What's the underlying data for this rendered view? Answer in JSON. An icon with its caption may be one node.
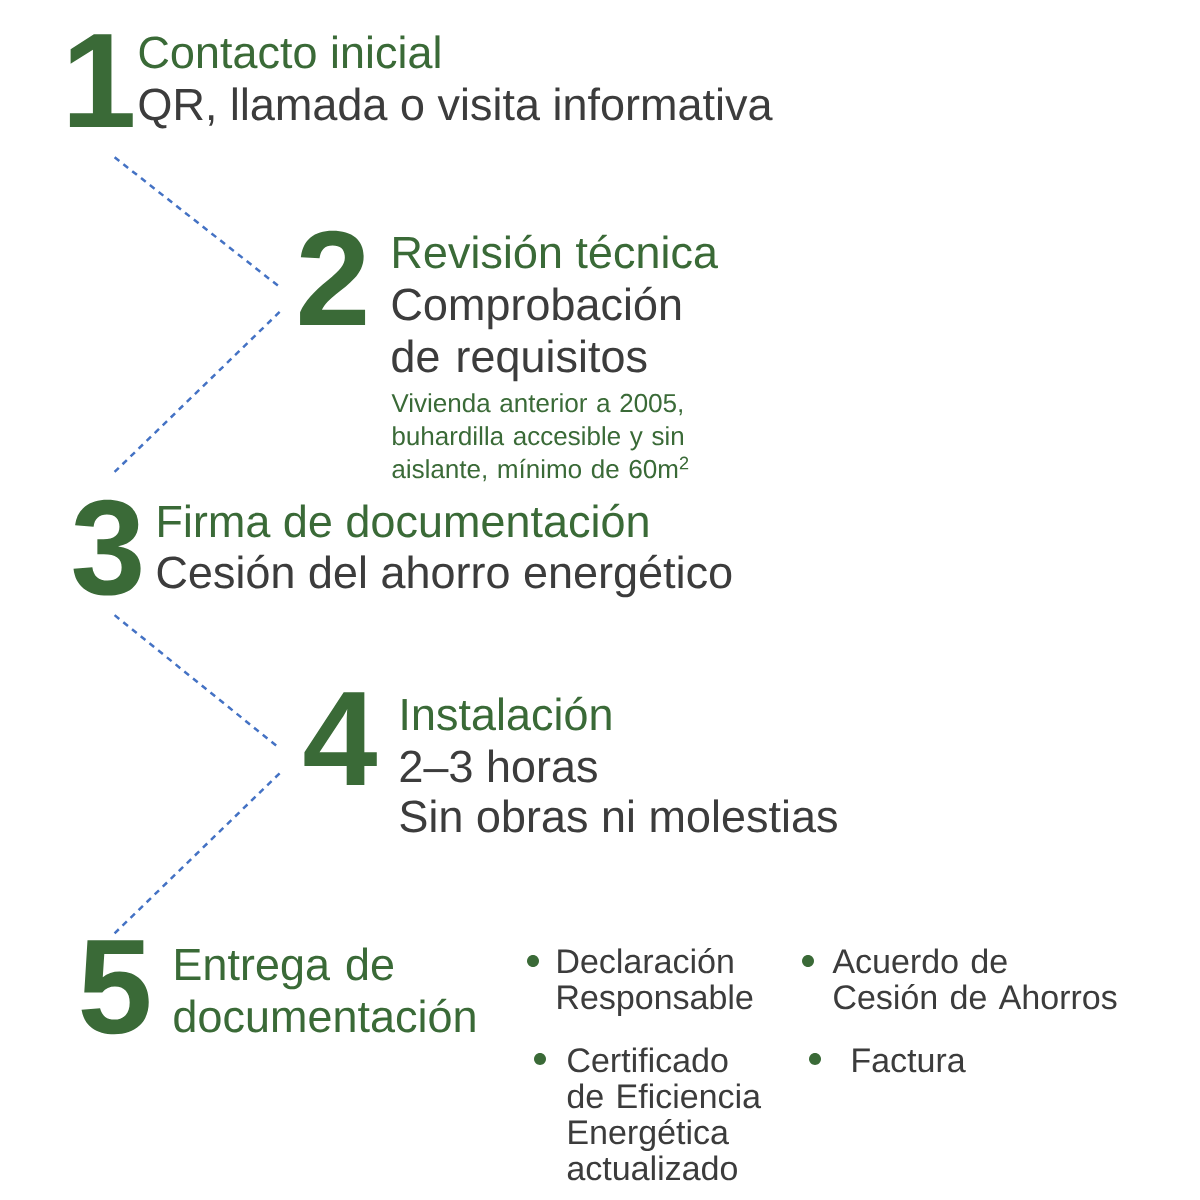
{
  "diagram": {
    "nodes": [
      {
        "text": [
          "1",
          "Contacto inicial",
          "QR, llamada o visita informativa"
        ]
      },
      {
        "text": [
          "2",
          "Revisión técnica",
          "Comprobación de requisitos",
          "Vivienda anterior a 2005, buhardilla accesible y sin aislante, mínimo de 60m$^{2}$"
        ]
      },
      {
        "text": [
          "3",
          "Firma de documentación",
          "Cesión del ahorro energético"
        ]
      },
      {
        "text": [
          "4",
          "Instalación",
          "2–3 horas",
          "Sin obras ni molestias"
        ]
      },
      {
        "text": [
          "5",
          "Entrega de documentación"
        ]
      }
    ],
    "edges": [
      {
        "from": 0,
        "to": 1,
        "arrow": "none",
        "style": "dashed"
      },
      {
        "from": 1,
        "to": 2,
        "arrow": "none",
        "style": "dashed"
      },
      {
        "from": 2,
        "to": 3,
        "arrow": "none",
        "style": "dashed"
      },
      {
        "from": 3,
        "to": 4,
        "arrow": "none",
        "style": "dashed"
      }
    ],
    "labels": [
      "Declaración Responsable",
      "Acuerdo de Cesión de Ahorros",
      "Certificado de Eficiencia Energética actualizado",
      "Factura"
    ]
  }
}
